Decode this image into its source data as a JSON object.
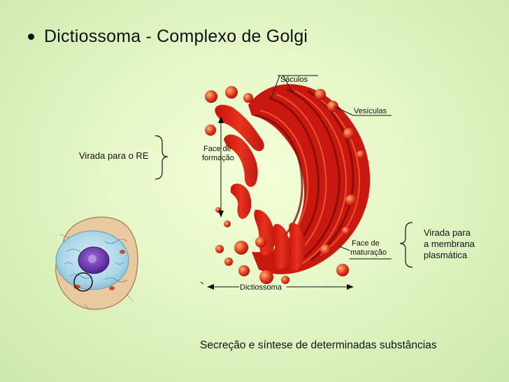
{
  "slide": {
    "title": "Dictiossoma - Complexo de Golgi",
    "label_re": "Virada para o RE",
    "label_membrane_lines": [
      "Virada para",
      "a membrana",
      "plasmática"
    ],
    "caption": "Secreção e síntese de determinadas substâncias"
  },
  "diagram": {
    "saculos": "Sáculos",
    "vesiculas": "Vesículas",
    "face_formacao_lines": [
      "Face de",
      "formação"
    ],
    "face_maturacao_lines": [
      "Face de",
      "maturação"
    ],
    "dictiossoma": "Dictiossoma"
  },
  "colors": {
    "golgi": "#d92a1c",
    "golgi_dark": "#a8120c",
    "golgi_light": "#f06a3a",
    "nucleus": "#6a3aa8",
    "cell_bg": "#9fd4e6"
  }
}
